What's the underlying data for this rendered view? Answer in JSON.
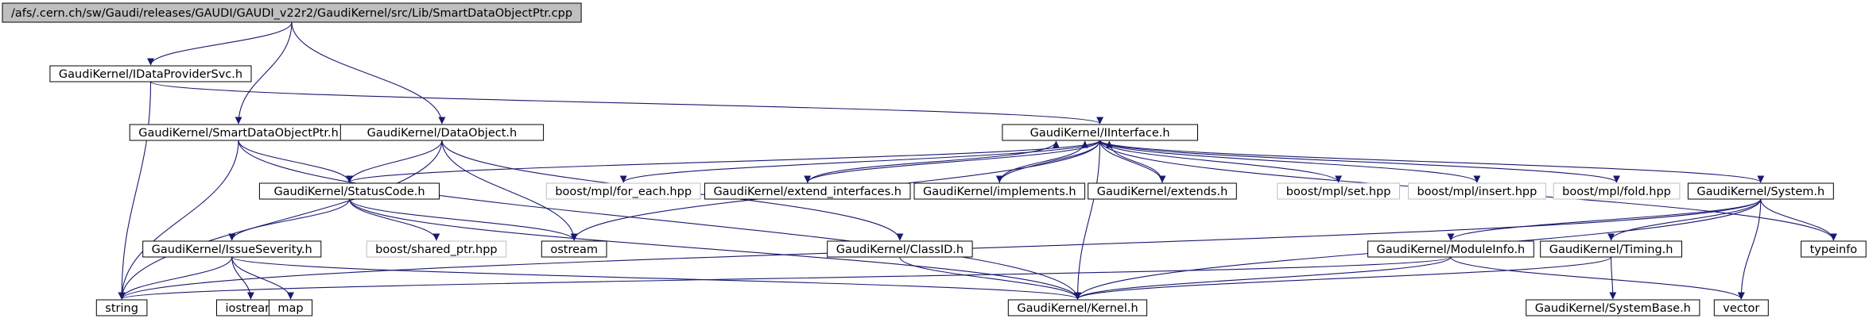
{
  "diagram": {
    "colors": {
      "edge": "#191970",
      "root_fill": "#bfbfbf",
      "node_border": "#000000",
      "external_border": "#bfbfbf",
      "background": "#ffffff"
    },
    "nodes": [
      {
        "id": "root",
        "label": "/afs/.cern.ch/sw/Gaudi/releases/GAUDI/GAUDI_v22r2/GaudiKernel/src/Lib/SmartDataObjectPtr.cpp",
        "kind": "root"
      },
      {
        "id": "idps",
        "label": "GaudiKernel/IDataProviderSvc.h",
        "kind": "header"
      },
      {
        "id": "sdop",
        "label": "GaudiKernel/SmartDataObjectPtr.h",
        "kind": "header"
      },
      {
        "id": "dobj",
        "label": "GaudiKernel/DataObject.h",
        "kind": "header"
      },
      {
        "id": "iint",
        "label": "GaudiKernel/IInterface.h",
        "kind": "header"
      },
      {
        "id": "stat",
        "label": "GaudiKernel/StatusCode.h",
        "kind": "header"
      },
      {
        "id": "fore",
        "label": "boost/mpl/for_each.hpp",
        "kind": "external"
      },
      {
        "id": "exti",
        "label": "GaudiKernel/extend_interfaces.h",
        "kind": "header"
      },
      {
        "id": "impl",
        "label": "GaudiKernel/implements.h",
        "kind": "header"
      },
      {
        "id": "exts",
        "label": "GaudiKernel/extends.h",
        "kind": "header"
      },
      {
        "id": "mset",
        "label": "boost/mpl/set.hpp",
        "kind": "external"
      },
      {
        "id": "mins",
        "label": "boost/mpl/insert.hpp",
        "kind": "external"
      },
      {
        "id": "mfold",
        "label": "boost/mpl/fold.hpp",
        "kind": "external"
      },
      {
        "id": "syst",
        "label": "GaudiKernel/System.h",
        "kind": "header"
      },
      {
        "id": "isev",
        "label": "GaudiKernel/IssueSeverity.h",
        "kind": "header"
      },
      {
        "id": "shp",
        "label": "boost/shared_ptr.hpp",
        "kind": "external"
      },
      {
        "id": "ostr",
        "label": "ostream",
        "kind": "header"
      },
      {
        "id": "clid",
        "label": "GaudiKernel/ClassID.h",
        "kind": "header"
      },
      {
        "id": "modi",
        "label": "GaudiKernel/ModuleInfo.h",
        "kind": "header"
      },
      {
        "id": "timi",
        "label": "GaudiKernel/Timing.h",
        "kind": "header"
      },
      {
        "id": "tinf",
        "label": "typeinfo",
        "kind": "header"
      },
      {
        "id": "strg",
        "label": "string",
        "kind": "header"
      },
      {
        "id": "iost",
        "label": "iostream",
        "kind": "header"
      },
      {
        "id": "map",
        "label": "map",
        "kind": "header"
      },
      {
        "id": "kern",
        "label": "GaudiKernel/Kernel.h",
        "kind": "header"
      },
      {
        "id": "sysb",
        "label": "GaudiKernel/SystemBase.h",
        "kind": "header"
      },
      {
        "id": "vect",
        "label": "vector",
        "kind": "header"
      }
    ],
    "edges": [
      {
        "from": "root",
        "to": "idps"
      },
      {
        "from": "root",
        "to": "sdop"
      },
      {
        "from": "root",
        "to": "dobj"
      },
      {
        "from": "idps",
        "to": "iint"
      },
      {
        "from": "idps",
        "to": "strg"
      },
      {
        "from": "sdop",
        "to": "stat"
      },
      {
        "from": "sdop",
        "to": "strg"
      },
      {
        "from": "sdop",
        "to": "kern"
      },
      {
        "from": "dobj",
        "to": "stat"
      },
      {
        "from": "dobj",
        "to": "ostr"
      },
      {
        "from": "dobj",
        "to": "clid"
      },
      {
        "from": "dobj",
        "to": "strg"
      },
      {
        "from": "iint",
        "to": "stat"
      },
      {
        "from": "iint",
        "to": "fore"
      },
      {
        "from": "iint",
        "to": "exti"
      },
      {
        "from": "iint",
        "to": "impl"
      },
      {
        "from": "iint",
        "to": "exts"
      },
      {
        "from": "iint",
        "to": "mset"
      },
      {
        "from": "iint",
        "to": "mins"
      },
      {
        "from": "iint",
        "to": "mfold"
      },
      {
        "from": "iint",
        "to": "syst"
      },
      {
        "from": "iint",
        "to": "tinf"
      },
      {
        "from": "iint",
        "to": "ostr"
      },
      {
        "from": "iint",
        "to": "kern"
      },
      {
        "from": "exti",
        "to": "iint"
      },
      {
        "from": "impl",
        "to": "iint"
      },
      {
        "from": "exts",
        "to": "iint"
      },
      {
        "from": "stat",
        "to": "isev"
      },
      {
        "from": "stat",
        "to": "shp"
      },
      {
        "from": "stat",
        "to": "ostr"
      },
      {
        "from": "stat",
        "to": "kern"
      },
      {
        "from": "isev",
        "to": "strg"
      },
      {
        "from": "isev",
        "to": "iost"
      },
      {
        "from": "isev",
        "to": "map"
      },
      {
        "from": "isev",
        "to": "kern"
      },
      {
        "from": "clid",
        "to": "kern"
      },
      {
        "from": "syst",
        "to": "modi"
      },
      {
        "from": "syst",
        "to": "timi"
      },
      {
        "from": "syst",
        "to": "tinf"
      },
      {
        "from": "syst",
        "to": "vect"
      },
      {
        "from": "syst",
        "to": "strg"
      },
      {
        "from": "syst",
        "to": "kern"
      },
      {
        "from": "modi",
        "to": "kern"
      },
      {
        "from": "modi",
        "to": "strg"
      },
      {
        "from": "modi",
        "to": "vect"
      },
      {
        "from": "timi",
        "to": "kern"
      },
      {
        "from": "timi",
        "to": "sysb"
      }
    ]
  }
}
